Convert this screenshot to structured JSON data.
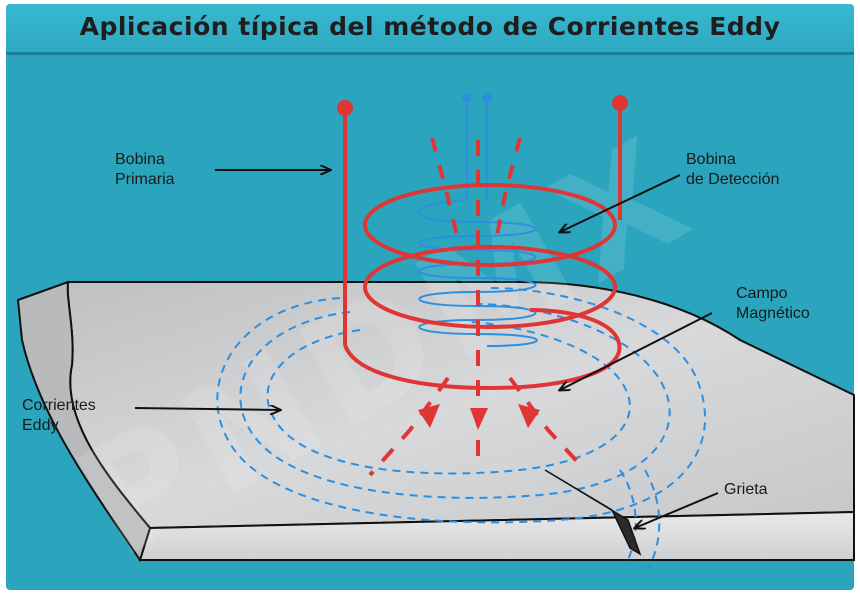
{
  "title": "Aplicación típica del método de Corrientes Eddy",
  "labels": {
    "bobina_primaria": "Bobina\nPrimaria",
    "bobina_deteccion": "Bobina\nde Detección",
    "campo_magnetico": "Campo\nMagnético",
    "corrientes_eddy": "Corrientes\nEddy",
    "grieta": "Grieta"
  },
  "watermark": "PNDMX",
  "colors": {
    "background": "#2aa5bd",
    "plate_top": "#cfd0d2",
    "primary_coil": "#e03535",
    "detection_coil": "#2c8fe0",
    "eddy_currents": "#2c8fe0"
  }
}
